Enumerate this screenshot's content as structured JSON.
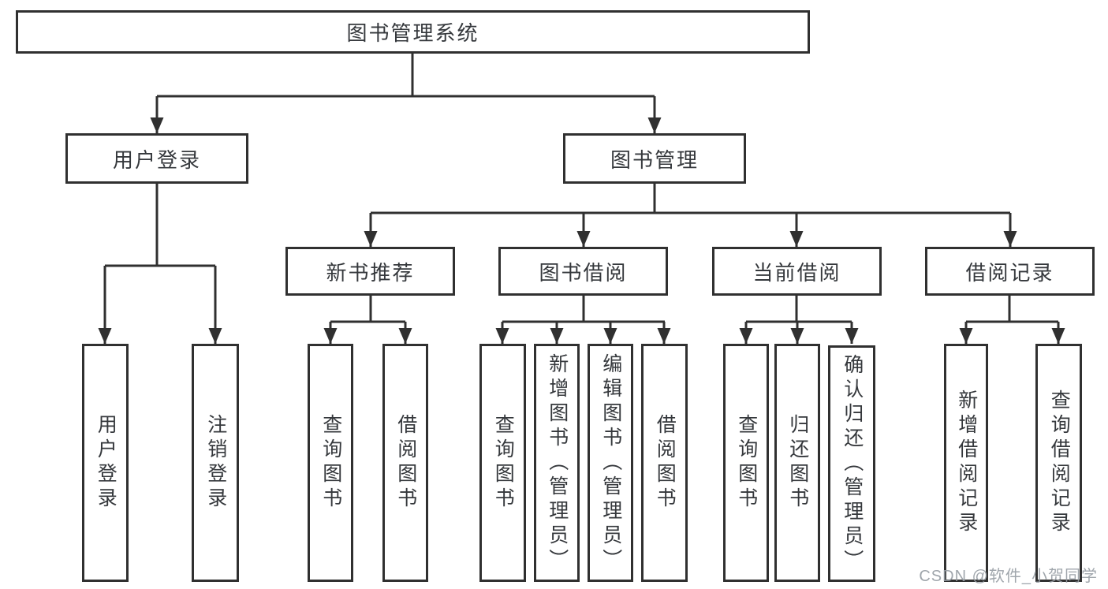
{
  "diagram": {
    "type": "hierarchy-tree",
    "levels": 4,
    "root": "图书管理系统",
    "branches": [
      {
        "label": "用户登录",
        "children": [
          "用户登录",
          "注销登录"
        ]
      },
      {
        "label": "图书管理",
        "children": [
          {
            "label": "新书推荐",
            "children": [
              "查询图书",
              "借阅图书"
            ]
          },
          {
            "label": "图书借阅",
            "children": [
              "查询图书",
              "新增图书（管理员）",
              "编辑图书（管理员）",
              "借阅图书"
            ]
          },
          {
            "label": "当前借阅",
            "children": [
              "查询图书",
              "归还图书",
              "确认归还（管理员）"
            ]
          },
          {
            "label": "借阅记录",
            "children": [
              "新增借阅记录",
              "查询借阅记录"
            ]
          }
        ]
      }
    ]
  },
  "nodes": {
    "root": "图书管理系统",
    "user_login": "用户登录",
    "book_management": "图书管理",
    "new_book_recommend": "新书推荐",
    "book_borrow": "图书借阅",
    "current_borrow": "当前借阅",
    "borrow_record": "借阅记录",
    "leaf_user_login": "用户登录",
    "leaf_logout_login": "注销登录",
    "recommend_query_book": "查询图书",
    "recommend_borrow_book": "借阅图书",
    "borrow_query_book": "查询图书",
    "borrow_add_book_admin": "新增图书（管理员）",
    "borrow_edit_book_admin": "编辑图书（管理员）",
    "borrow_borrow_book": "借阅图书",
    "current_query_book": "查询图书",
    "current_return_book": "归还图书",
    "current_confirm_return_admin": "确认归还（管理员）",
    "record_add_borrow_record": "新增借阅记录",
    "record_query_borrow_record": "查询借阅记录"
  },
  "colors": {
    "line": "#303030",
    "box_border": "#303030",
    "text": "#35383c",
    "background": "#ffffff",
    "watermark": "#969ca3"
  },
  "watermark": "CSDN @软件_小贺同学"
}
